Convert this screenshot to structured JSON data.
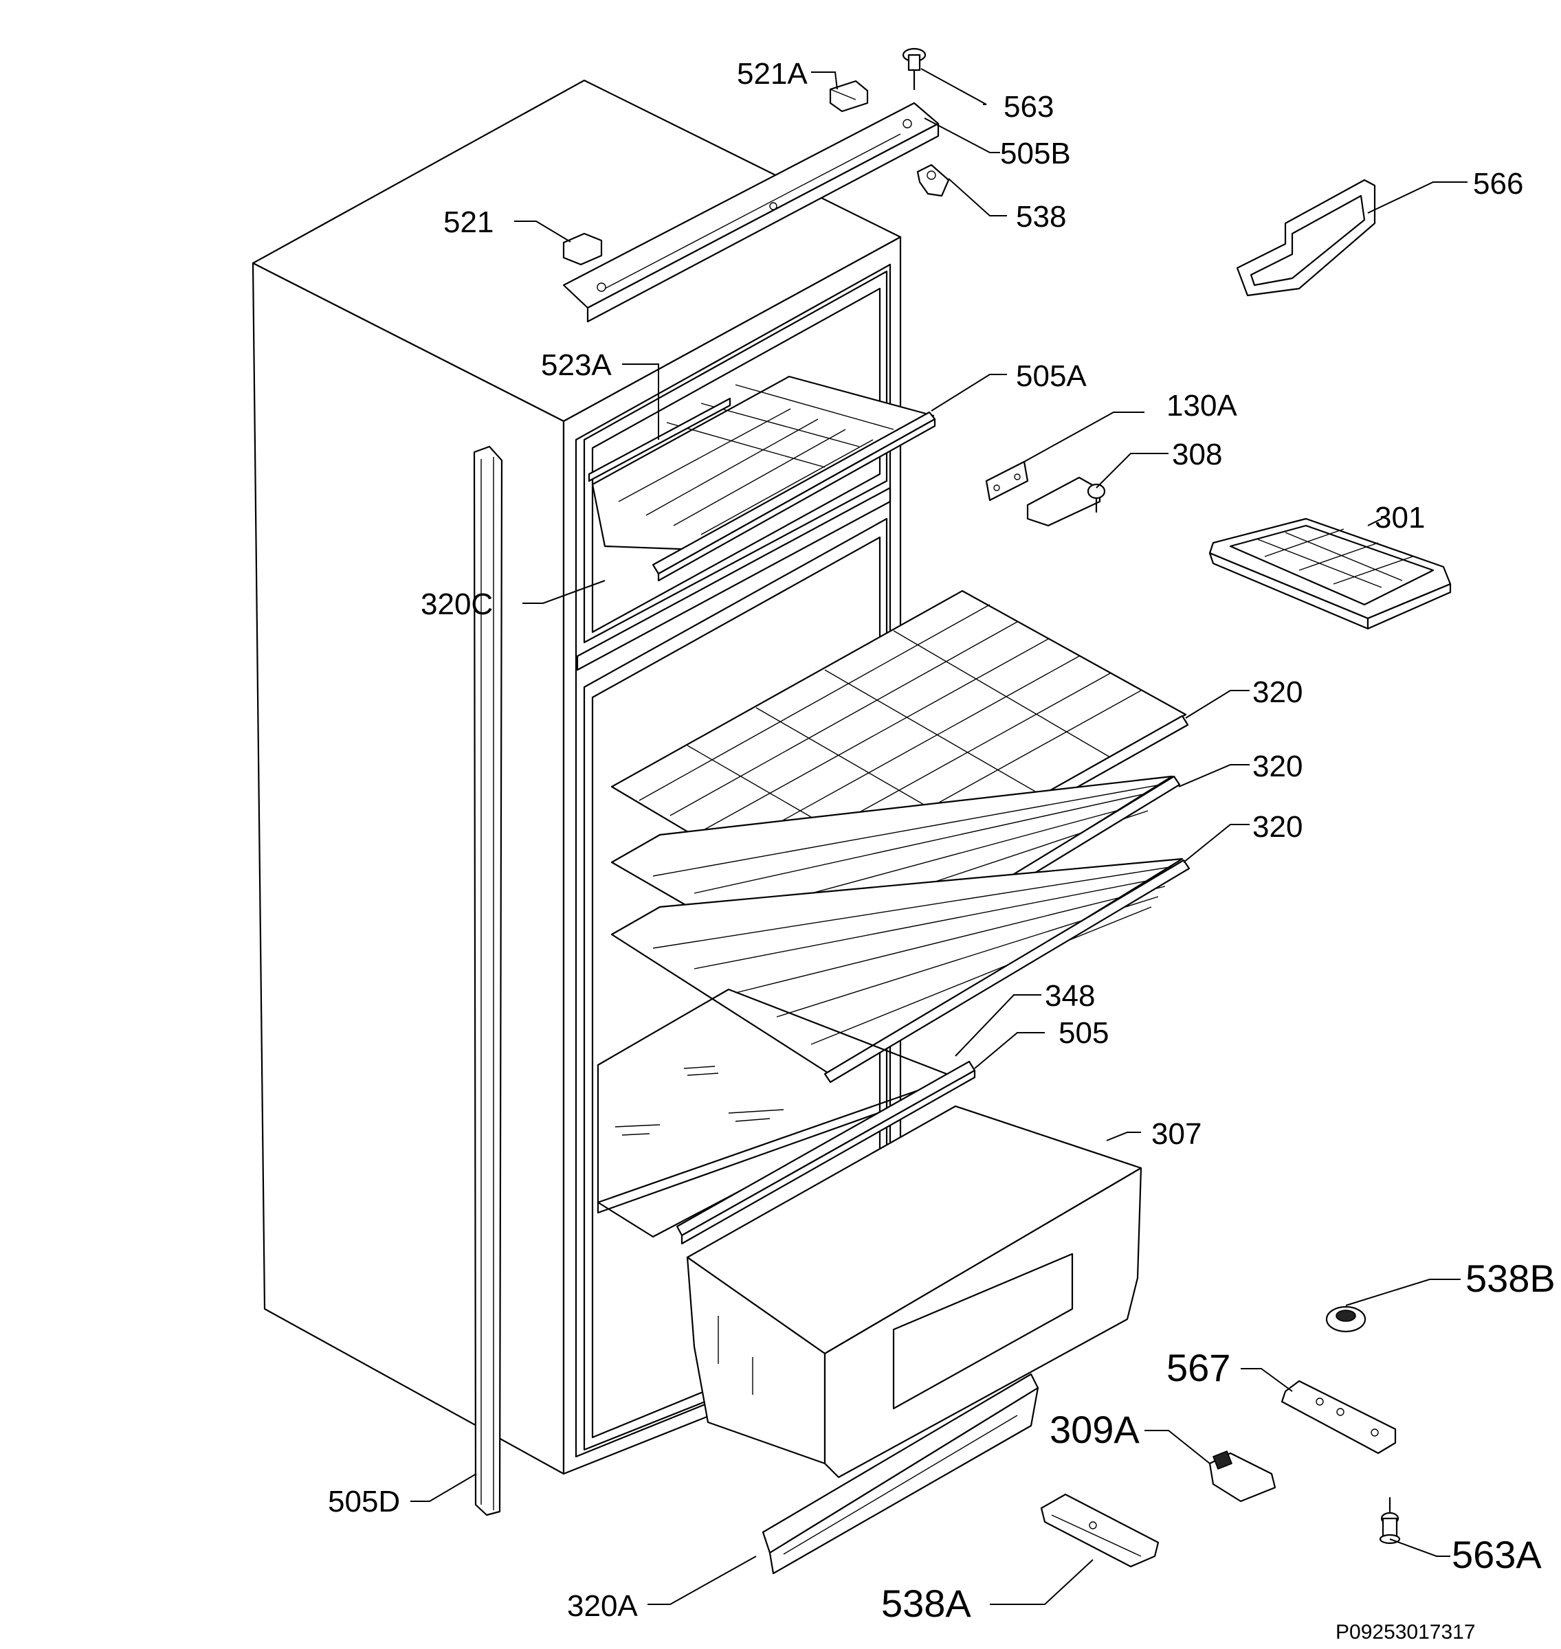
{
  "drawing_code": "P09253017317",
  "part_labels": {
    "p521A": "521A",
    "p563": "563",
    "p505B": "505B",
    "p538": "538",
    "p521": "521",
    "p566": "566",
    "p523A": "523A",
    "p505A": "505A",
    "p130A": "130A",
    "p308": "308",
    "p301": "301",
    "p320C": "320C",
    "p320_1": "320",
    "p320_2": "320",
    "p320_3": "320",
    "p348": "348",
    "p505": "505",
    "p307": "307",
    "p538B": "538B",
    "p567": "567",
    "p309A": "309A",
    "p505D": "505D",
    "p563A": "563A",
    "p320A": "320A",
    "p538A": "538A"
  }
}
